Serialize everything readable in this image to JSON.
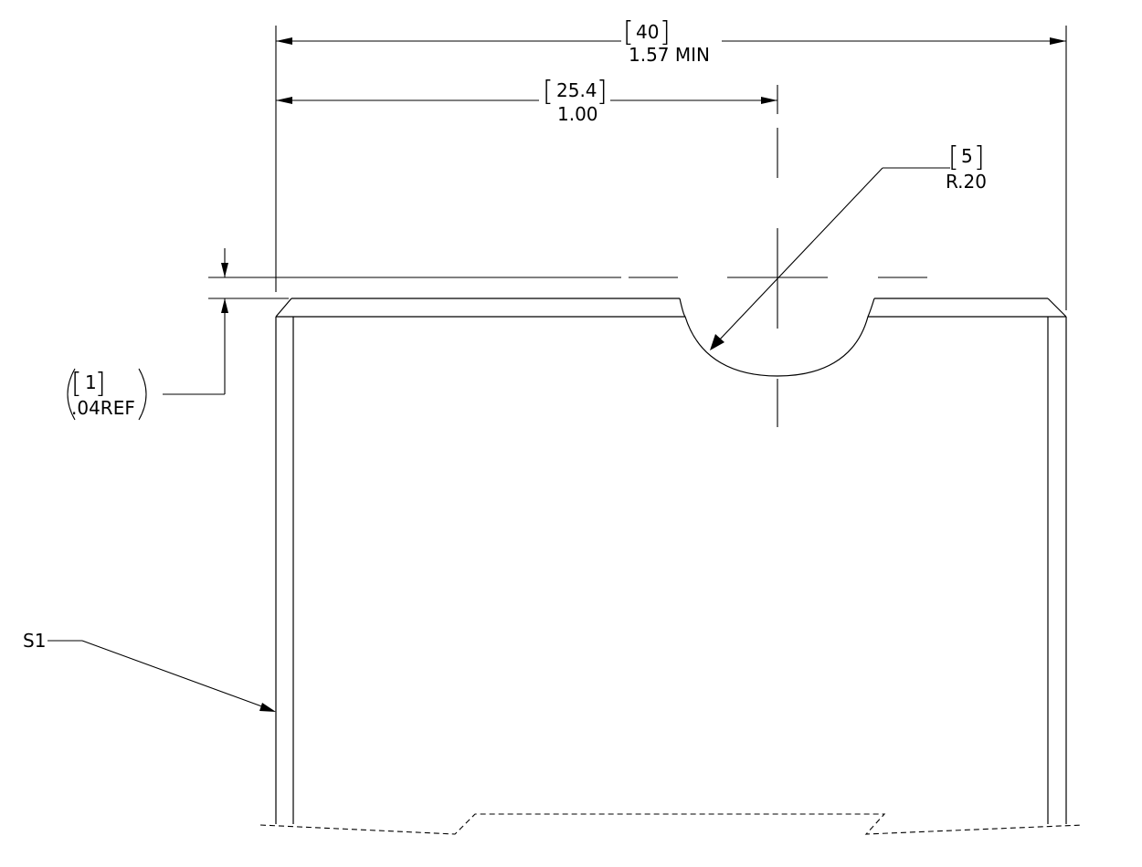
{
  "dimensions": {
    "overall_width": {
      "metric": "40",
      "imperial": "1.57 MIN"
    },
    "center_offset": {
      "metric": "25.4",
      "imperial": "1.00"
    },
    "notch_radius": {
      "metric": "5",
      "imperial": "R.20"
    },
    "chamfer": {
      "metric": "1",
      "imperial": ".04REF"
    }
  },
  "callouts": {
    "surface": "S1"
  }
}
